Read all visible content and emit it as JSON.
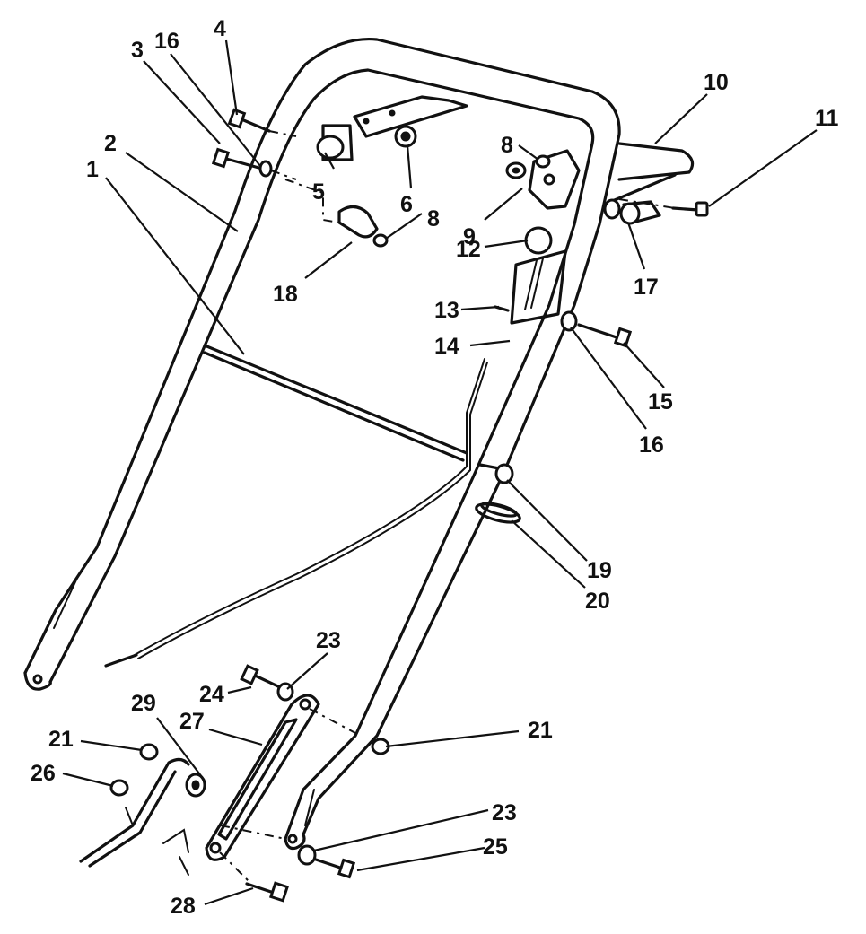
{
  "callouts": [
    {
      "id": "c1",
      "label": "1"
    },
    {
      "id": "c2",
      "label": "2"
    },
    {
      "id": "c3",
      "label": "3"
    },
    {
      "id": "c16a",
      "label": "16"
    },
    {
      "id": "c4",
      "label": "4"
    },
    {
      "id": "c5",
      "label": "5"
    },
    {
      "id": "c6",
      "label": "6"
    },
    {
      "id": "c8a",
      "label": "8"
    },
    {
      "id": "c18",
      "label": "18"
    },
    {
      "id": "c8b",
      "label": "8"
    },
    {
      "id": "c9",
      "label": "9"
    },
    {
      "id": "c10",
      "label": "10"
    },
    {
      "id": "c11",
      "label": "11"
    },
    {
      "id": "c17",
      "label": "17"
    },
    {
      "id": "c12",
      "label": "12"
    },
    {
      "id": "c13",
      "label": "13"
    },
    {
      "id": "c14",
      "label": "14"
    },
    {
      "id": "c15",
      "label": "15"
    },
    {
      "id": "c16b",
      "label": "16"
    },
    {
      "id": "c19",
      "label": "19"
    },
    {
      "id": "c20",
      "label": "20"
    },
    {
      "id": "c23a",
      "label": "23"
    },
    {
      "id": "c24",
      "label": "24"
    },
    {
      "id": "c29",
      "label": "29"
    },
    {
      "id": "c27",
      "label": "27"
    },
    {
      "id": "c21a",
      "label": "21"
    },
    {
      "id": "c26",
      "label": "26"
    },
    {
      "id": "c21b",
      "label": "21"
    },
    {
      "id": "c23b",
      "label": "23"
    },
    {
      "id": "c25",
      "label": "25"
    },
    {
      "id": "c28",
      "label": "28"
    }
  ]
}
